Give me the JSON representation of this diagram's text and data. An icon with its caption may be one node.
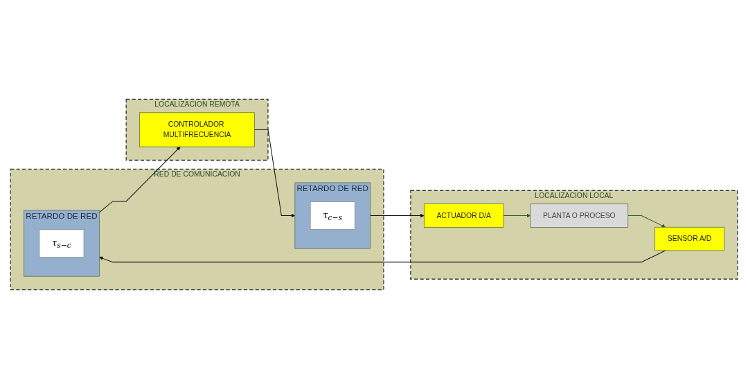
{
  "diagram": {
    "nodes": [
      {
        "text": [
          "LOCALIZACION REMOTA"
        ]
      },
      {
        "text": [
          "CONTROLADOR MULTIFRECUENCIA"
        ],
        "in": 0
      },
      {
        "text": [
          "RED DE COMUNICACION"
        ]
      },
      {
        "text": [
          "RETARDO DE RED"
        ],
        "in": 2
      },
      {
        "text": [
          "τ$_{c−s}$"
        ],
        "in": 3
      },
      {
        "text": [
          "RETARDO DE RED"
        ],
        "in": 2
      },
      {
        "text": [
          "τ$_{s−c}$"
        ],
        "in": 5
      },
      {
        "text": [
          "LOCALIZACION LOCAL"
        ]
      },
      {
        "text": [
          "ACTUADOR D/A"
        ],
        "in": 7
      },
      {
        "text": [
          "PLANTA O PROCESO"
        ],
        "in": 7
      },
      {
        "text": [
          "SENSOR A/D"
        ],
        "in": 7
      }
    ],
    "edges": [
      {
        "from": 1,
        "to": 3,
        "arrow": "to"
      },
      {
        "from": 3,
        "to": 8,
        "arrow": "to"
      },
      {
        "from": 8,
        "to": 9,
        "arrow": "to",
        "color": "#2e5a2e"
      },
      {
        "from": 9,
        "to": 10,
        "arrow": "to",
        "color": "#2e5a2e"
      },
      {
        "from": 10,
        "to": 5,
        "arrow": "to"
      },
      {
        "from": 5,
        "to": 1,
        "arrow": "to"
      }
    ]
  }
}
